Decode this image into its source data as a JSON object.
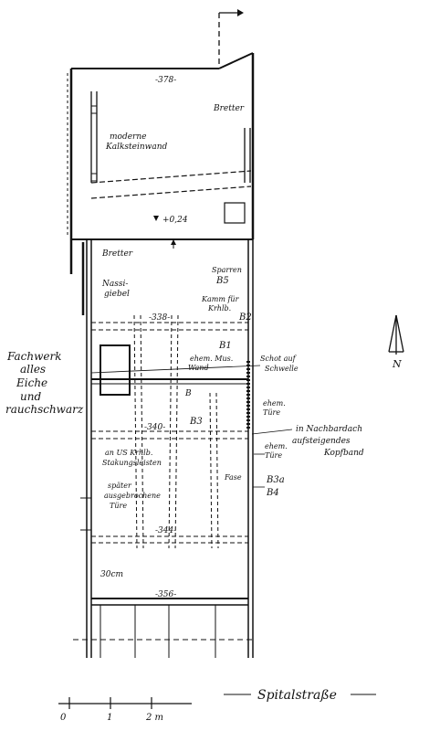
{
  "labels": {
    "dim_378": "-378-",
    "dim_338": "-338-",
    "dim_340": "-340-",
    "dim_344": "-344-",
    "dim_356": "-356-",
    "level_024": "+0,24",
    "moderne": "moderne",
    "kalksteinwand": "Kalksteinwand",
    "bretter_top": "Bretter",
    "bretter_left": "Bretter",
    "nassi": "Nassi-",
    "giebel": "giebel",
    "sparren": "Sparren",
    "b5": "B5",
    "kamm_fuer": "Kamm für",
    "krhlb": "Krhlb.",
    "b2": "B2",
    "b1": "B1",
    "b3": "B3",
    "b4": "B4",
    "bla_3a": "B3a",
    "ehem_mus_1": "ehem. Mus.",
    "ehem_mus_2": "Wand",
    "b_mid": "B",
    "schot_1": "Schot auf",
    "schot_2": "Schwelle",
    "ehem_tuere_1a": "ehem.",
    "ehem_tuere_1b": "Türe",
    "ehem_tuere_2a": "ehem.",
    "ehem_tuere_2b": "Türe",
    "nachbar_1": "in Nachbardach",
    "nachbar_2": "aufsteigendes",
    "nachbar_3": "Kopfband",
    "fase": "Fase",
    "an_us_1": "an US Krhlb.",
    "an_us_2": "Stakungsleisten",
    "spaeter_1": "später",
    "spaeter_2": "ausgebrochene",
    "spaeter_3": "Türe",
    "cm30": "30cm",
    "fachwerk_1": "Fachwerk",
    "fachwerk_2": "alles",
    "fachwerk_3": "Eiche",
    "fachwerk_4": "und",
    "fachwerk_5": "rauchschwarz",
    "north": "N",
    "street": "Spitalstraße",
    "scale_0": "0",
    "scale_1": "1",
    "scale_2": "2 m"
  }
}
